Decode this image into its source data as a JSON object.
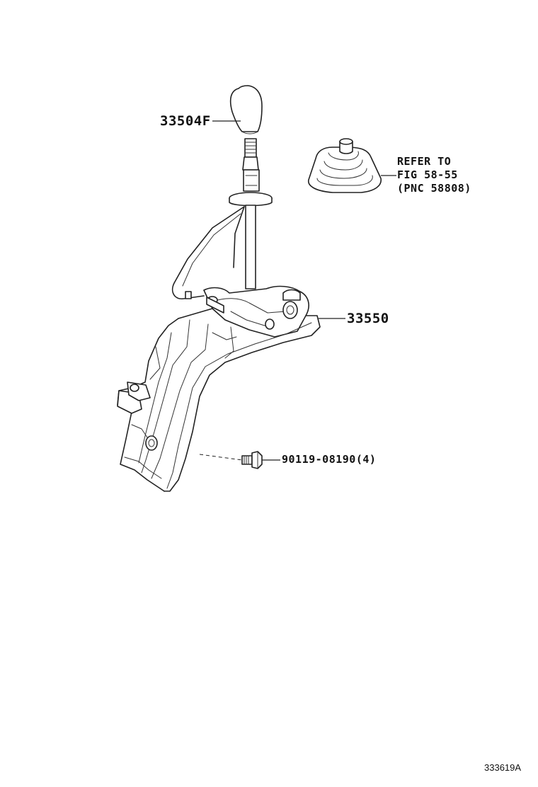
{
  "parts": [
    {
      "id": "knob",
      "label": "33504F"
    },
    {
      "id": "shift-lever-assembly",
      "label": "33550"
    },
    {
      "id": "bolt",
      "label": "90119-08190(4)"
    }
  ],
  "reference": {
    "lines": [
      "REFER TO",
      "FIG 58-55",
      "(PNC 58808)"
    ]
  },
  "figure_id": "333619A"
}
